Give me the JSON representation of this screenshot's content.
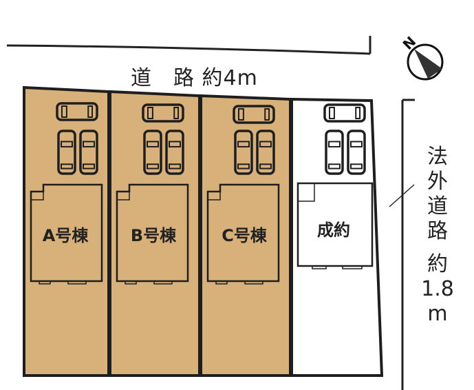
{
  "roads": {
    "front": "道　路 約4m",
    "side_chars": [
      "法",
      "外",
      "道",
      "路",
      "約",
      "1.8",
      "m"
    ]
  },
  "lots": [
    {
      "label": "A号棟",
      "status": "available"
    },
    {
      "label": "B号棟",
      "status": "available"
    },
    {
      "label": "C号棟",
      "status": "available"
    },
    {
      "label": "成約",
      "status": "sold"
    }
  ],
  "colors": {
    "available_fill": "#d8b07a",
    "sold_fill": "#ffffff",
    "line": "#1e1e1e"
  },
  "compass": {
    "letter": "N"
  }
}
